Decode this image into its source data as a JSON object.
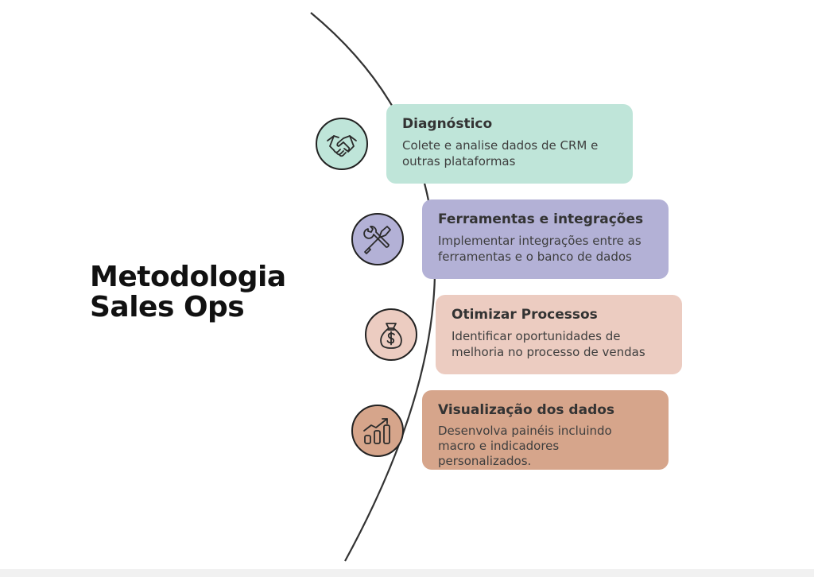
{
  "title_lines": [
    "Metodologia",
    "Sales Ops"
  ],
  "steps": [
    {
      "title": "Diagnóstico",
      "description": "Colete e analise dados de CRM e\noutras plataformas",
      "color": "#bfe5d9",
      "icon_color": "#bfe5d9",
      "icon": "handshake-icon"
    },
    {
      "title": "Ferramentas e integrações",
      "description": "Implementar integrações entre as\nferramentas e o banco de dados",
      "color": "#b3b1d6",
      "icon_color": "#b3b1d6",
      "icon": "tools-icon"
    },
    {
      "title": "Otimizar Processos",
      "description": "Identificar oportunidades de\nmelhoria no processo de vendas",
      "color": "#ecccc1",
      "icon_color": "#ecccc1",
      "icon": "money-bag-icon"
    },
    {
      "title": "Visualização dos dados",
      "description": "Desenvolva painéis incluindo\nmacro e indicadores\npersonalizados.",
      "color": "#d6a58b",
      "icon_color": "#d6a58b",
      "icon": "growth-chart-icon"
    }
  ]
}
